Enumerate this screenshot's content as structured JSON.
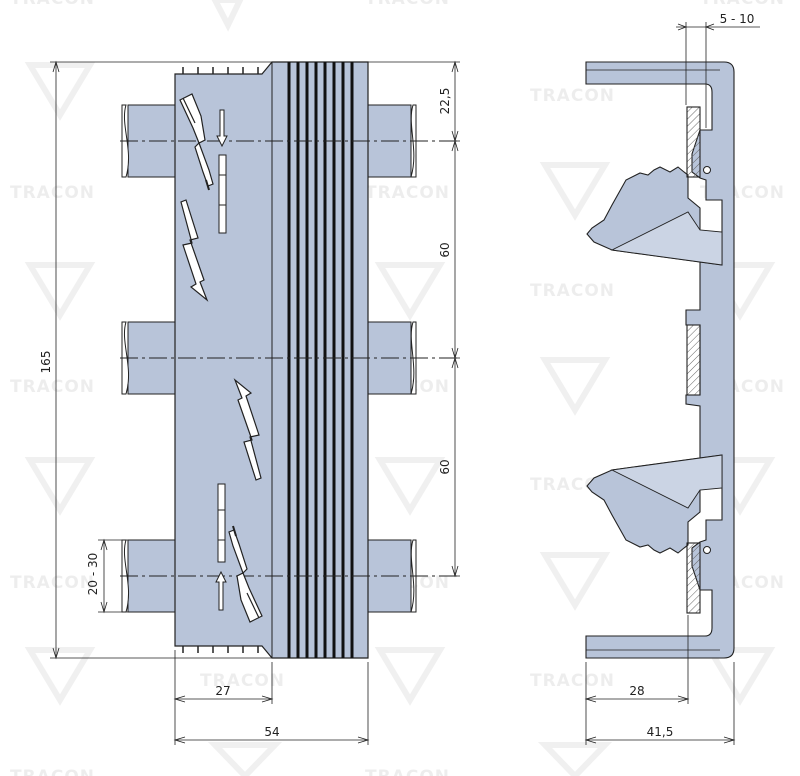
{
  "watermark": {
    "brand": "TRACON"
  },
  "colors": {
    "body": "#b8c4d9",
    "outline": "#222222",
    "hatch": "#555555"
  },
  "dimensions": {
    "height_total": "165",
    "top_offset": "22,5",
    "spacing_upper": "60",
    "spacing_lower": "60",
    "rail_range": "20 - 30",
    "half_width": "27",
    "width": "54",
    "clamp_range": "5 - 10",
    "side_inner": "28",
    "side_total": "41,5"
  },
  "icons": [
    "lightning-arrow-icon",
    "screwdriver-icon",
    "slot-arrow-icon"
  ]
}
